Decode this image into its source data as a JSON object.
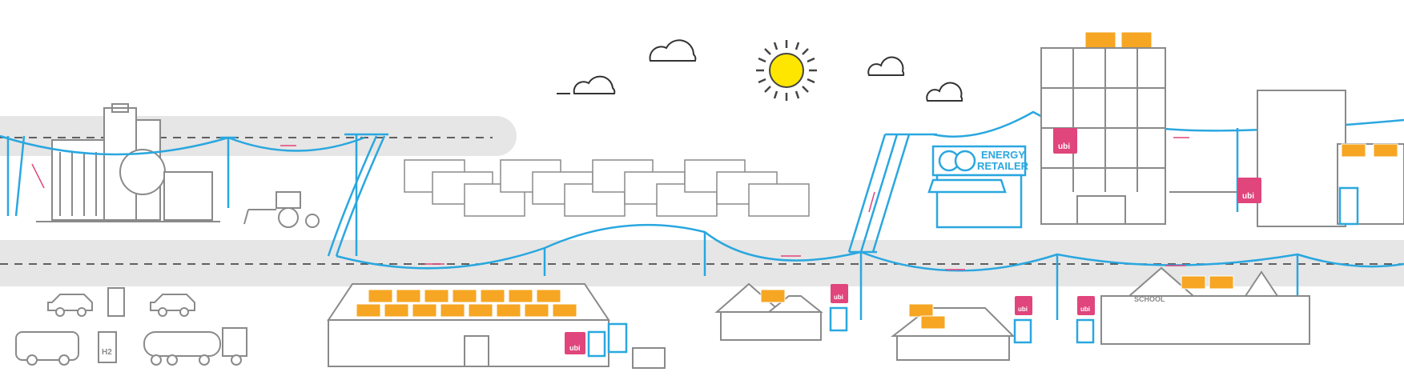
{
  "scene": {
    "retailer_line1": "ENERGY",
    "retailer_line2": "RETAILER",
    "ubi_label": "ubi",
    "school_label": "SCHOOL",
    "hydrogen_label": "H2"
  },
  "colors": {
    "grid_blue": "#2aa7df",
    "ubi_pink": "#e0457b",
    "solar_orange": "#f6a623",
    "sun_yellow": "#ffe600",
    "road_gray": "#e6e6e6",
    "outline_gray": "#8a8a8a"
  }
}
